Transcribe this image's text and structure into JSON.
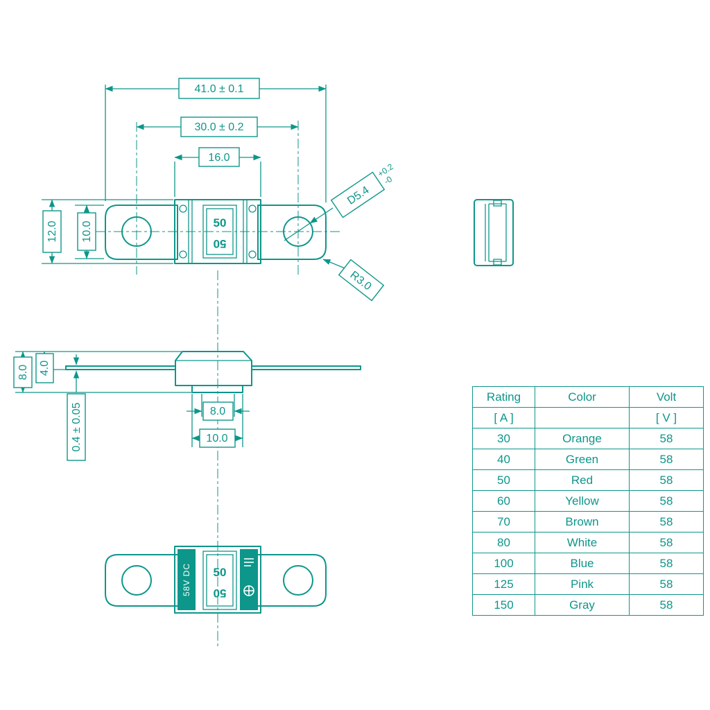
{
  "colors": {
    "ink": "#0d968a"
  },
  "top_view": {
    "dims": {
      "overall_length": "41.0 ± 0.1",
      "hole_pitch": "30.0 ± 0.2",
      "body_width": "16.0",
      "body_height": "12.0",
      "terminal_width": "10.0",
      "hole_diameter": "D5.4",
      "hole_tol_upper": "+0.2",
      "hole_tol_lower": "-0",
      "corner_radius": "R3.0"
    },
    "markings": {
      "rating": "50",
      "rating_mirrored": "50"
    }
  },
  "side_view": {
    "dims": {
      "overall_height": "8.0",
      "upper_height": "4.0",
      "terminal_thickness": "0.4 ± 0.05",
      "slot_width": "8.0",
      "base_width": "10.0"
    }
  },
  "front_view": {
    "markings": {
      "voltage": "58V DC",
      "rating": "50",
      "rating_mirrored": "50"
    }
  },
  "table": {
    "col_headers": [
      "Rating",
      "Color",
      "Volt"
    ],
    "col_units": [
      "[ A ]",
      "",
      "[ V ]"
    ],
    "rows": [
      {
        "rating": "30",
        "color": "Orange",
        "volt": "58"
      },
      {
        "rating": "40",
        "color": "Green",
        "volt": "58"
      },
      {
        "rating": "50",
        "color": "Red",
        "volt": "58"
      },
      {
        "rating": "60",
        "color": "Yellow",
        "volt": "58"
      },
      {
        "rating": "70",
        "color": "Brown",
        "volt": "58"
      },
      {
        "rating": "80",
        "color": "White",
        "volt": "58"
      },
      {
        "rating": "100",
        "color": "Blue",
        "volt": "58"
      },
      {
        "rating": "125",
        "color": "Pink",
        "volt": "58"
      },
      {
        "rating": "150",
        "color": "Gray",
        "volt": "58"
      }
    ]
  }
}
